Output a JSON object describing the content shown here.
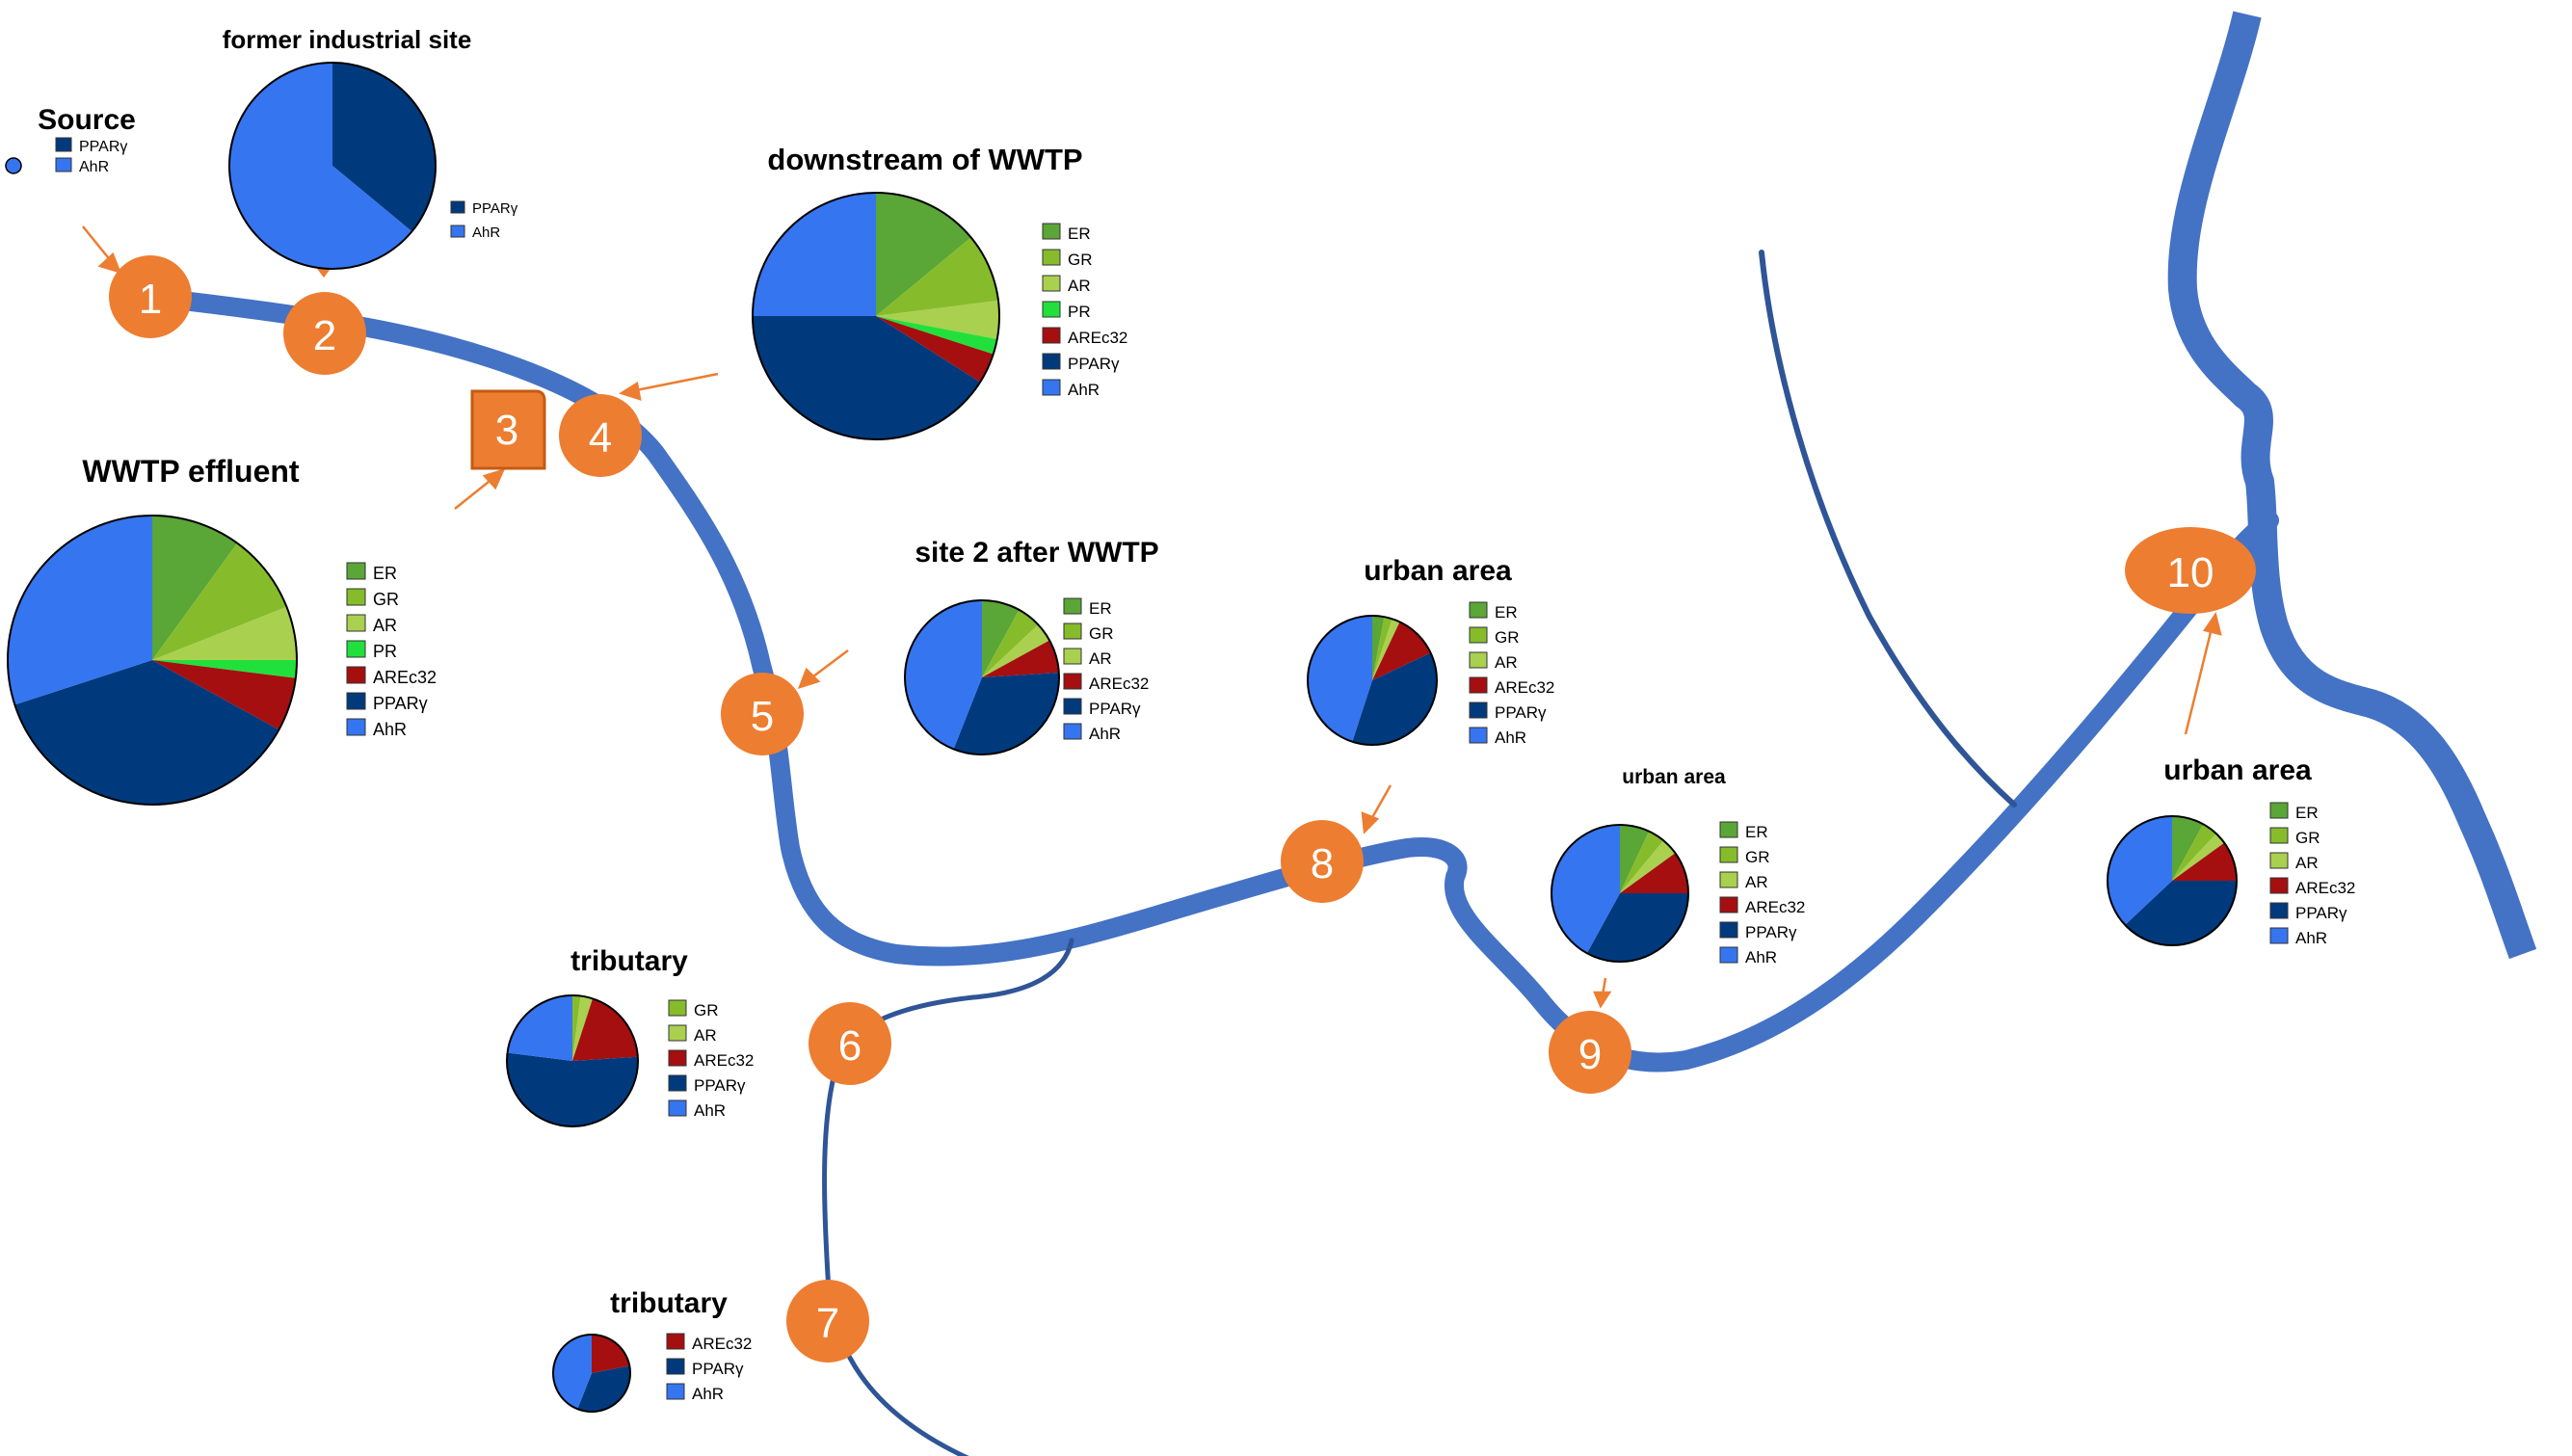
{
  "colors": {
    "river": "#4472C4",
    "tributary": "#2F5597",
    "marker": "#ED7D31",
    "ER": "#5AA637",
    "GR": "#86BC2B",
    "AR": "#A9D04F",
    "PR": "#22E03C",
    "AREc32": "#A50F10",
    "PPARg": "#003A7D",
    "AhR": "#3575F0"
  },
  "sites": [
    {
      "number": "1"
    },
    {
      "number": "2"
    },
    {
      "number": "3"
    },
    {
      "number": "4"
    },
    {
      "number": "5"
    },
    {
      "number": "6"
    },
    {
      "number": "7"
    },
    {
      "number": "8"
    },
    {
      "number": "9"
    },
    {
      "number": "10"
    }
  ],
  "chart_data": [
    {
      "type": "pie",
      "title": "Source",
      "labels": [
        "PPARγ",
        "AhR"
      ],
      "values": [
        0,
        100
      ]
    },
    {
      "type": "pie",
      "title": "former industrial site",
      "labels": [
        "PPARγ",
        "AhR"
      ],
      "values": [
        36,
        64
      ]
    },
    {
      "type": "pie",
      "title": "downstream of WWTP",
      "labels": [
        "ER",
        "GR",
        "AR",
        "PR",
        "AREc32",
        "PPARγ",
        "AhR"
      ],
      "values": [
        14,
        9,
        5,
        2,
        4,
        41,
        25
      ]
    },
    {
      "type": "pie",
      "title": "WWTP effluent",
      "labels": [
        "ER",
        "GR",
        "AR",
        "PR",
        "AREc32",
        "PPARγ",
        "AhR"
      ],
      "values": [
        10,
        9,
        6,
        2,
        6,
        37,
        30
      ]
    },
    {
      "type": "pie",
      "title": "site 2 after WWTP",
      "labels": [
        "ER",
        "GR",
        "AR",
        "AREc32",
        "PPARγ",
        "AhR"
      ],
      "values": [
        8,
        5,
        4,
        7,
        32,
        44
      ]
    },
    {
      "type": "pie",
      "title": "urban area",
      "labels": [
        "ER",
        "GR",
        "AR",
        "AREc32",
        "PPARγ",
        "AhR"
      ],
      "values": [
        3,
        2,
        2,
        11,
        37,
        45
      ]
    },
    {
      "type": "pie",
      "title": "urban area",
      "labels": [
        "ER",
        "GR",
        "AR",
        "AREc32",
        "PPARγ",
        "AhR"
      ],
      "values": [
        7,
        4,
        4,
        10,
        33,
        42
      ]
    },
    {
      "type": "pie",
      "title": "urban area",
      "labels": [
        "ER",
        "GR",
        "AR",
        "AREc32",
        "PPARγ",
        "AhR"
      ],
      "values": [
        8,
        4,
        3,
        10,
        38,
        37
      ]
    },
    {
      "type": "pie",
      "title": "tributary",
      "labels": [
        "GR",
        "AR",
        "AREc32",
        "PPARγ",
        "AhR"
      ],
      "values": [
        2,
        3,
        19,
        53,
        23
      ]
    },
    {
      "type": "pie",
      "title": "tributary",
      "labels": [
        "AREc32",
        "PPARγ",
        "AhR"
      ],
      "values": [
        22,
        34,
        44
      ]
    }
  ]
}
